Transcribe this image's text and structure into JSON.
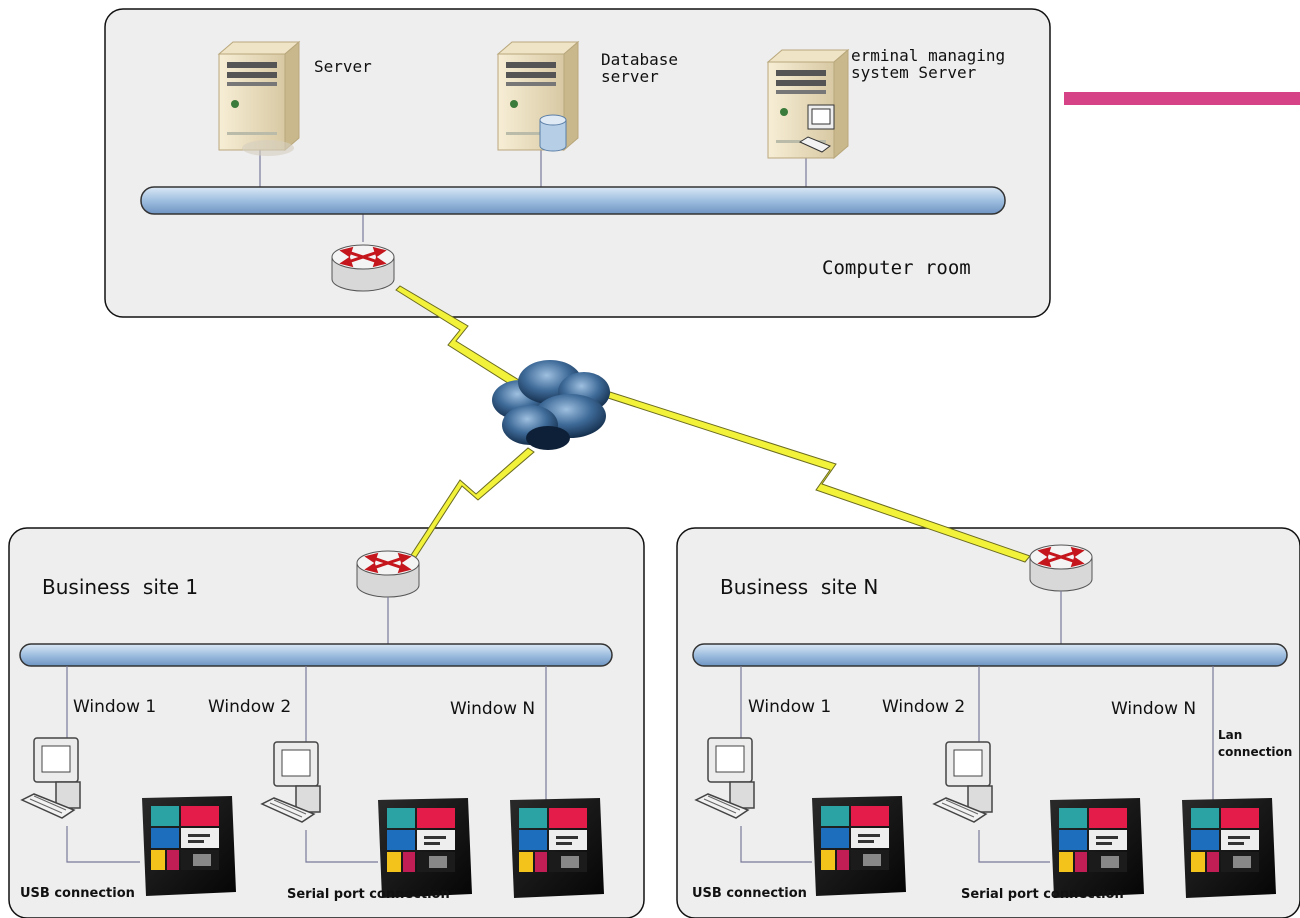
{
  "computer_room": {
    "label": "Computer room",
    "servers": [
      {
        "label": "Server"
      },
      {
        "label": "Database\nserver"
      },
      {
        "label": "erminal managing\nsystem Server"
      }
    ]
  },
  "sites": [
    {
      "title": "Business  site 1",
      "windows": [
        "Window 1",
        "Window 2",
        "Window N"
      ],
      "connections": [
        "USB connection",
        "Serial port connection"
      ]
    },
    {
      "title": "Business  site N",
      "windows": [
        "Window 1",
        "Window 2",
        "Window N"
      ],
      "connections": [
        "USB connection",
        "Serial port connection",
        "Lan\nconnection"
      ]
    }
  ],
  "colors": {
    "panel_fill": "#eeeeee",
    "bus": "#aec8e4",
    "accent_bar": "#d64487",
    "lightning": "#f2f23a"
  }
}
